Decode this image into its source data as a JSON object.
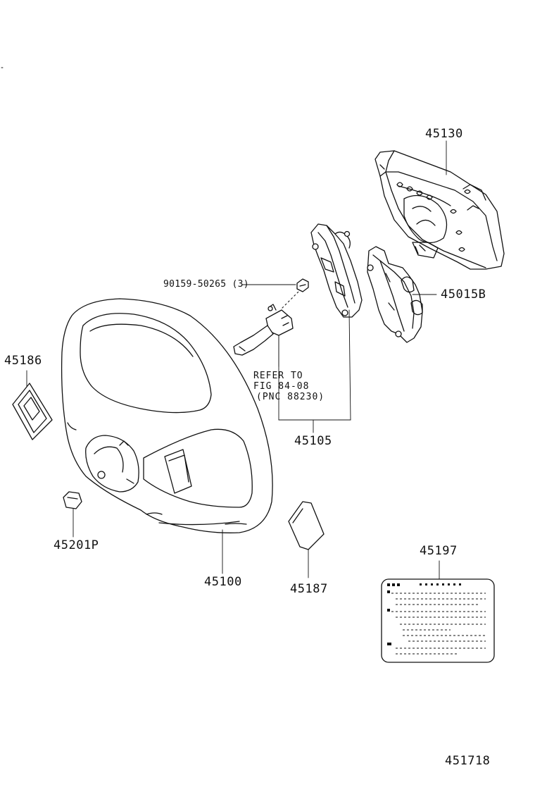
{
  "parts": {
    "p45130": "45130",
    "p45015b": "45015B",
    "p90159": "90159-50265 (3)",
    "p45186": "45186",
    "p45105": "45105",
    "p45201p": "45201P",
    "p45100": "45100",
    "p45187": "45187",
    "p45197": "45197"
  },
  "note": {
    "line1": "REFER TO",
    "line2": "FIG 84-08",
    "line3": "(PNC 88230)"
  },
  "figure_number": "451718"
}
